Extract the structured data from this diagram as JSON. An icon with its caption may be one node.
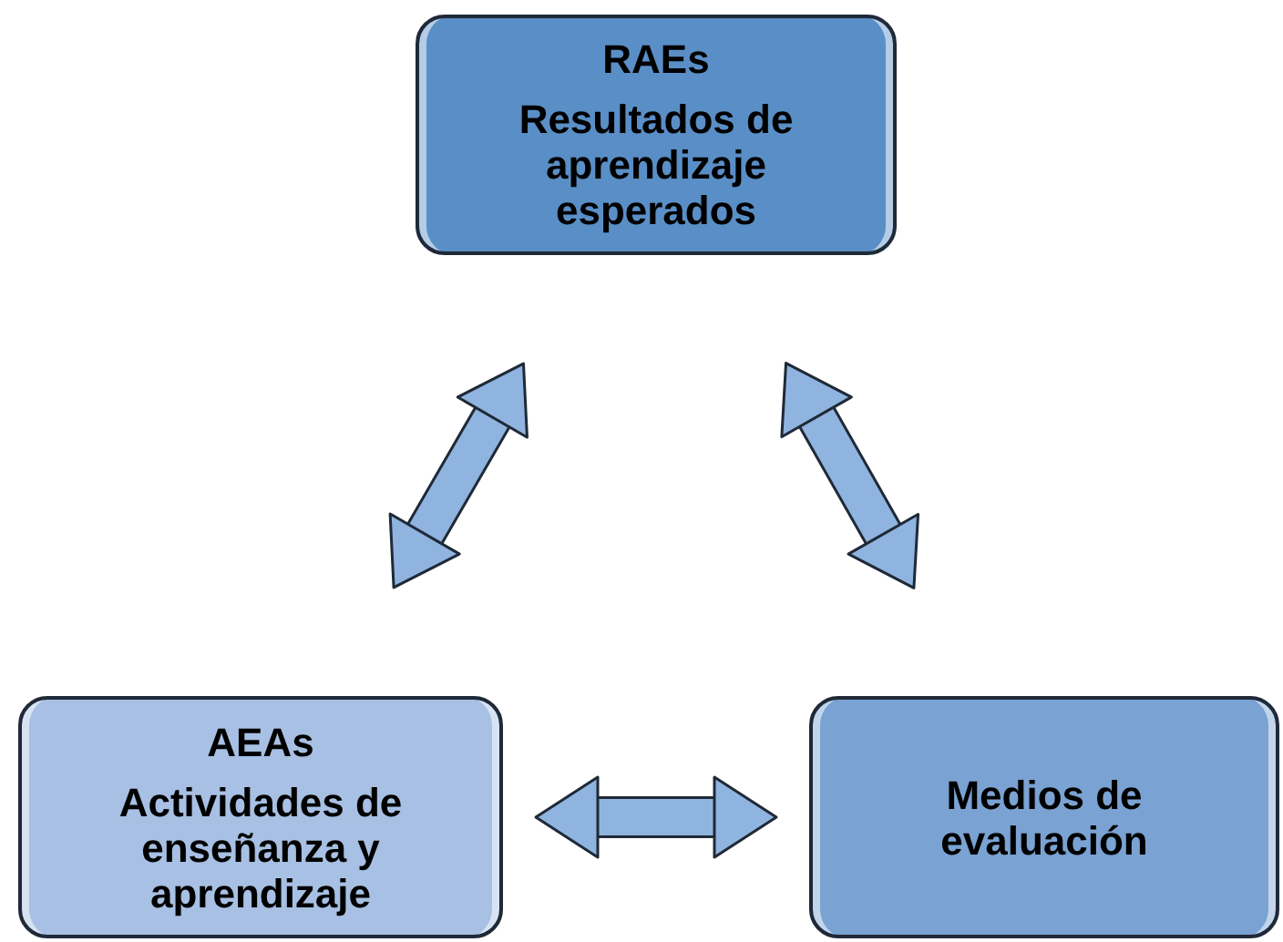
{
  "diagram": {
    "nodes": [
      {
        "text": [
          "RAEs",
          "Resultados de aprendizaje esperados"
        ]
      },
      {
        "text": [
          "AEAs",
          "Actividades de enseñanza y aprendizaje"
        ]
      },
      {
        "text": [
          "Medios de evaluación"
        ]
      }
    ],
    "edges": [
      {
        "from": 1,
        "to": 0,
        "arrow": "both"
      },
      {
        "from": 0,
        "to": 2,
        "arrow": "both"
      },
      {
        "from": 1,
        "to": 2,
        "arrow": "both"
      }
    ]
  }
}
